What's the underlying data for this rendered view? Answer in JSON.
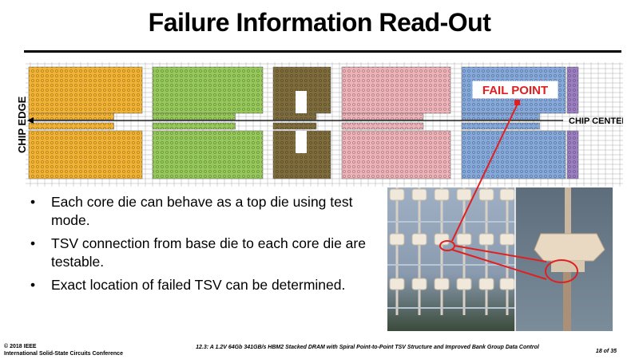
{
  "slide": {
    "title": "Failure Information Read-Out"
  },
  "diagram": {
    "chip_edge_label": "CHIP EDGE",
    "chip_center_label": "CHIP CENTER",
    "fail_point_label": "FAIL POINT",
    "fail_point_color": "#e02020",
    "block_colors": {
      "orange": "#f2b233",
      "green": "#97c95a",
      "olive": "#7e6c3c",
      "pink": "#edb3b8",
      "blue": "#86a9dc",
      "purple": "#9b7fc2"
    }
  },
  "bullets": [
    "Each core die can behave as a top die using test mode.",
    "TSV connection from base die to each core die are testable.",
    "Exact location of failed TSV can be determined."
  ],
  "footer": {
    "copyright": "© 2018 IEEE",
    "conference": "International Solid-State Circuits Conference",
    "paper": "12.3: A 1.2V 64Gb 341GB/s HBM2 Stacked DRAM with Spiral Point-to-Point TSV Structure and Improved Bank Group Data Control",
    "page": "18 of 35"
  }
}
